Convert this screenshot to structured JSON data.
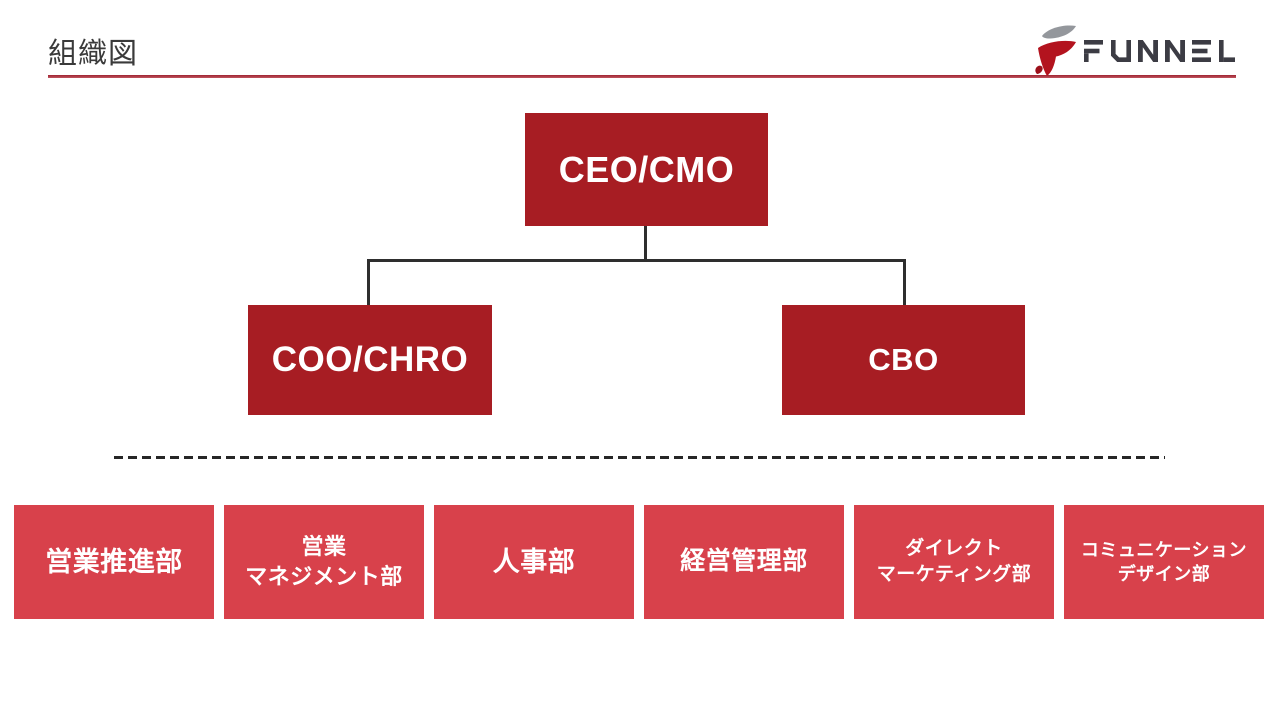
{
  "slide": {
    "title": "組織図"
  },
  "brand": {
    "name": "FUNNEL"
  },
  "org_chart": {
    "root": {
      "label": "CEO/CMO"
    },
    "executives": [
      {
        "label": "COO/CHRO"
      },
      {
        "label": "CBO"
      }
    ],
    "departments": [
      {
        "label": "営業推進部"
      },
      {
        "label": "営業\nマネジメント部"
      },
      {
        "label": "人事部"
      },
      {
        "label": "経営管理部"
      },
      {
        "label": "ダイレクト\nマーケティング部"
      },
      {
        "label": "コミュニケーション\nデザイン部"
      }
    ]
  },
  "colors": {
    "executive_box": "#a71d23",
    "department_box": "#d8414b",
    "accent_underline": "#a92433",
    "connector_line": "#2e2e2e",
    "divider_dashed": "#262626",
    "wordmark": "#3c3c44",
    "logo_gray": "#94979c",
    "logo_red": "#b3131e"
  }
}
